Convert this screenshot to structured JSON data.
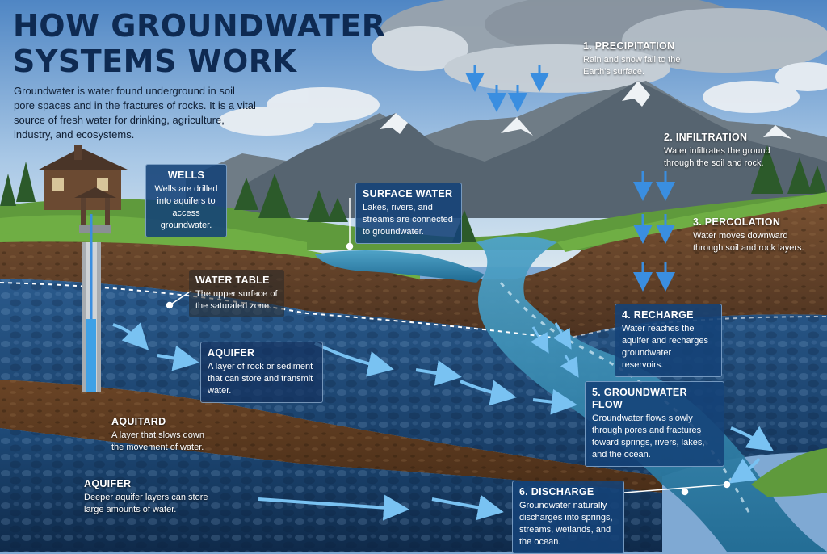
{
  "title": "HOW GROUNDWATER SYSTEMS WORK",
  "intro": "Groundwater is water found underground in soil pore spaces and in the fractures of rocks. It is a vital source of fresh water for drinking, agriculture, industry, and ecosystems.",
  "labels": {
    "wells": {
      "heading": "WELLS",
      "text": "Wells are drilled into aquifers to access groundwater."
    },
    "surface_water": {
      "heading": "SURFACE WATER",
      "text": "Lakes, rivers, and streams are connected to groundwater."
    },
    "water_table": {
      "heading": "WATER TABLE",
      "text": "The upper surface of the saturated zone."
    },
    "aquifer_upper": {
      "heading": "AQUIFER",
      "text": "A layer of rock or sediment that can store and transmit water."
    },
    "aquitard": {
      "heading": "AQUITARD",
      "text": "A layer that slows down the movement of water."
    },
    "aquifer_deep": {
      "heading": "AQUIFER",
      "text": "Deeper aquifer layers can store large amounts of water."
    }
  },
  "steps": [
    {
      "heading": "1. PRECIPITATION",
      "text": "Rain and snow fall to the Earth's surface."
    },
    {
      "heading": "2. INFILTRATION",
      "text": "Water infiltrates the ground through the soil and rock."
    },
    {
      "heading": "3. PERCOLATION",
      "text": "Water moves downward through soil and rock layers."
    },
    {
      "heading": "4. RECHARGE",
      "text": "Water reaches the aquifer and recharges groundwater reservoirs."
    },
    {
      "heading": "5. GROUNDWATER FLOW",
      "text": "Groundwater flows slowly through pores and fractures toward springs, rivers, lakes, and the ocean."
    },
    {
      "heading": "6. DISCHARGE",
      "text": "Groundwater naturally discharges into springs, streams, wetlands, and the ocean."
    }
  ],
  "colors": {
    "title": "#0e2a52",
    "label_box": "#144278",
    "flow_arrow": "#5aa8e8",
    "aquifer": "#1f4a78",
    "aquitard": "#5a3a22"
  }
}
